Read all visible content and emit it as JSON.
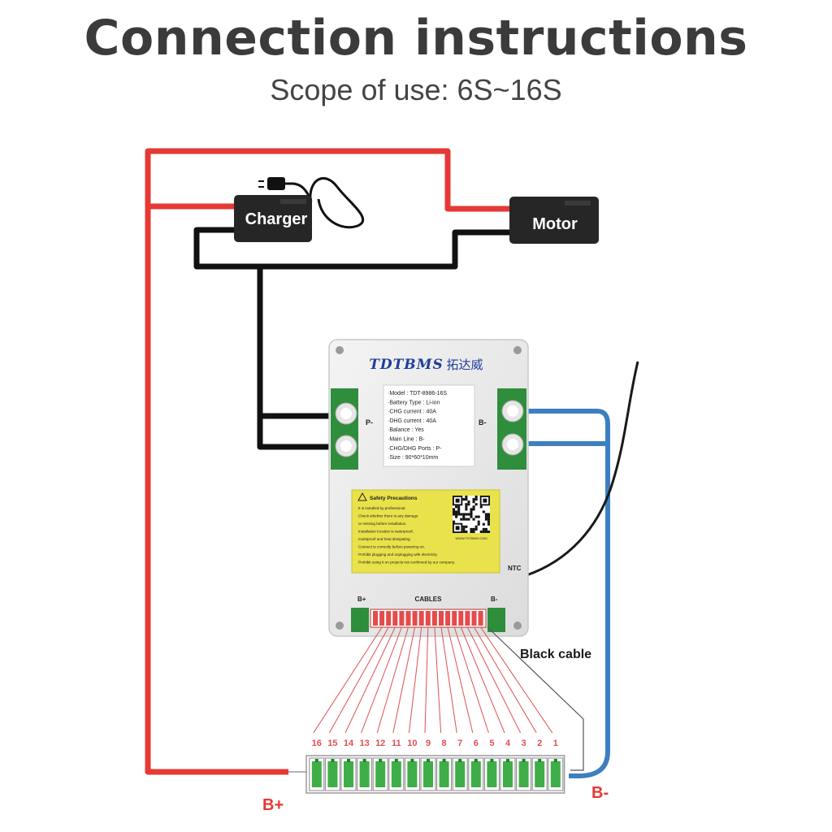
{
  "title": "Connection instructions",
  "subtitle": "Scope of use: 6S~16S",
  "colors": {
    "positive": "#e53935",
    "negative": "#111111",
    "bminus": "#3d7fc1",
    "cell": "#3fae49",
    "balance": "#e05050"
  },
  "charger_label": "Charger",
  "motor_label": "Motor",
  "board": {
    "brand": "TDTBMS",
    "brand_cn": "拓达威",
    "specs": [
      "·Model : TDT-8986-16S",
      "·Battery Type : Li-ion",
      "·CHG current : 40A",
      "·DHG current : 40A",
      "·Balance : Yes",
      "·Main Line : B-",
      "·CHG/DHG Ports : P-",
      "·Size : 90*60*10mm"
    ],
    "safety_title": "Safety Precautions",
    "safety_lines": [
      "It is installed by professional.",
      "Check whether there is any damage",
      "or missing before installation.",
      "Installation location is waterproof,",
      "moistproof and heat dissipating.",
      "Connect is correctly before powering on.",
      "Prohibit plugging and unplugging with electricity.",
      "Prohibit using it on projects not confirmed by our company."
    ],
    "website": "WWW.TDTBMS.COM",
    "p_minus": "P-",
    "b_minus": "B-",
    "ntc": "NTC",
    "b_plus_small": "B+",
    "b_minus_small": "B-",
    "cables": "CABLES"
  },
  "black_cable_label": "Black cable",
  "cell_numbers": [
    "16",
    "15",
    "14",
    "13",
    "12",
    "11",
    "10",
    "9",
    "8",
    "7",
    "6",
    "5",
    "4",
    "3",
    "2",
    "1"
  ],
  "b_plus_label": "B+",
  "b_minus_label": "B-"
}
